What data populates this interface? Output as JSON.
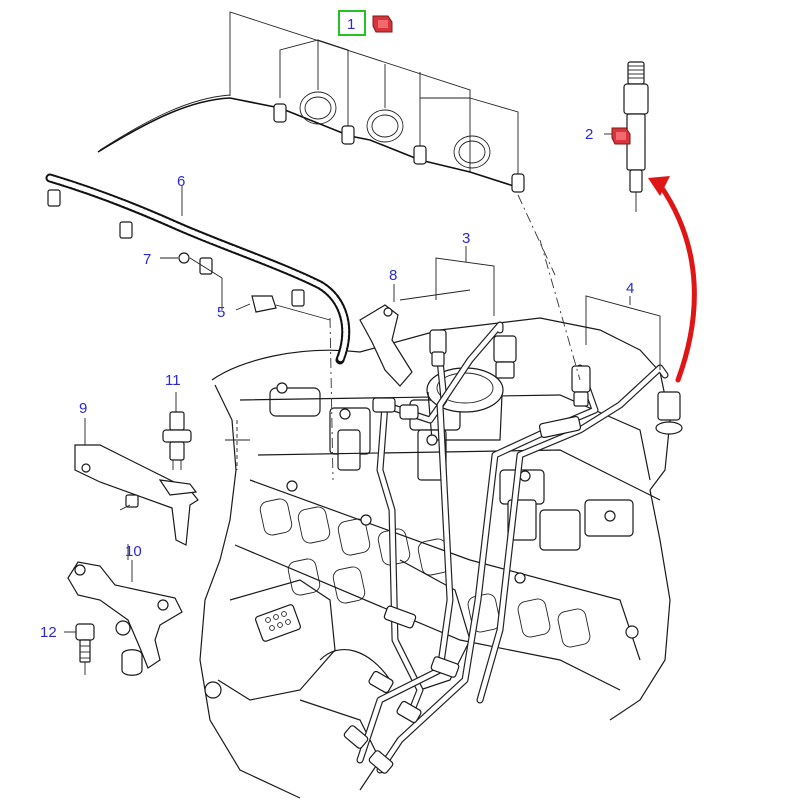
{
  "diagram": {
    "callouts": [
      {
        "id": "1",
        "label": "1",
        "highlighted": true
      },
      {
        "id": "2",
        "label": "2"
      },
      {
        "id": "3",
        "label": "3"
      },
      {
        "id": "4",
        "label": "4"
      },
      {
        "id": "5",
        "label": "5"
      },
      {
        "id": "6",
        "label": "6"
      },
      {
        "id": "7",
        "label": "7"
      },
      {
        "id": "8",
        "label": "8"
      },
      {
        "id": "9",
        "label": "9"
      },
      {
        "id": "10",
        "label": "10"
      },
      {
        "id": "11",
        "label": "11"
      },
      {
        "id": "12",
        "label": "12"
      }
    ]
  },
  "colors": {
    "callout_text": "#2a2acf",
    "highlight_box": "#22c322",
    "flag_red": "#d9343b",
    "arrow_red": "#e01515",
    "line": "#1a1a1a"
  }
}
